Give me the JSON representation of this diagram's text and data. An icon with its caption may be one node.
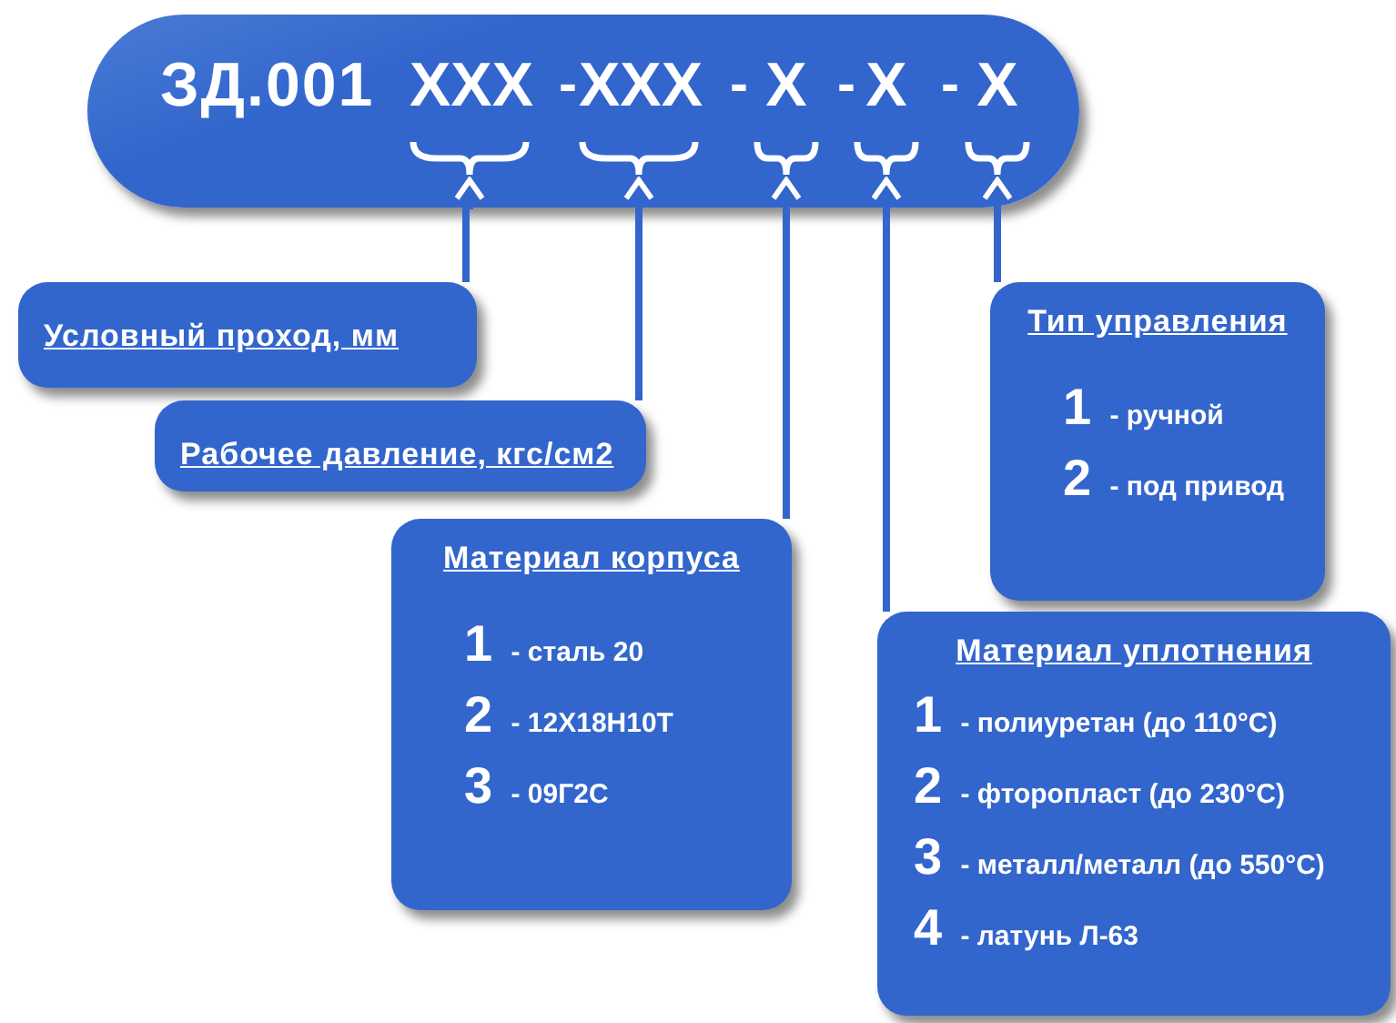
{
  "diagram": {
    "nodes": [
      {
        "text": [
          "ЗД.001"
        ]
      },
      {
        "text": [
          "XXX"
        ],
        "in": 0
      },
      {
        "text": [
          "XXX"
        ],
        "in": 0
      },
      {
        "text": [
          "X"
        ],
        "in": 0
      },
      {
        "text": [
          "X"
        ],
        "in": 0
      },
      {
        "text": [
          "X"
        ],
        "in": 0
      },
      {
        "text": [
          "Условный проход, мм"
        ]
      },
      {
        "text": [
          "Рабочее давление, кгс/см2"
        ]
      },
      {
        "text": [
          "Материал корпуса",
          "1 - сталь 20",
          "2 - 12Х18Н10Т",
          "3 - 09Г2С"
        ]
      },
      {
        "text": [
          "Тип управления",
          "1 - ручной",
          "2 - под привод"
        ]
      },
      {
        "text": [
          "Материал уплотнения",
          "1 - полиуретан (до 110°С)",
          "2 - фторопласт (до 230°С)",
          "3 - металл/металл (до 550°С)",
          "4 - латунь Л-63"
        ]
      }
    ],
    "edges": [
      {
        "from": 6,
        "to": 1,
        "arrow": "to"
      },
      {
        "from": 7,
        "to": 2,
        "arrow": "to"
      },
      {
        "from": 8,
        "to": 3,
        "arrow": "to"
      },
      {
        "from": 10,
        "to": 4,
        "arrow": "to"
      },
      {
        "from": 9,
        "to": 5,
        "arrow": "to"
      }
    ],
    "labels": [
      "-",
      "-",
      "-",
      "-"
    ]
  }
}
